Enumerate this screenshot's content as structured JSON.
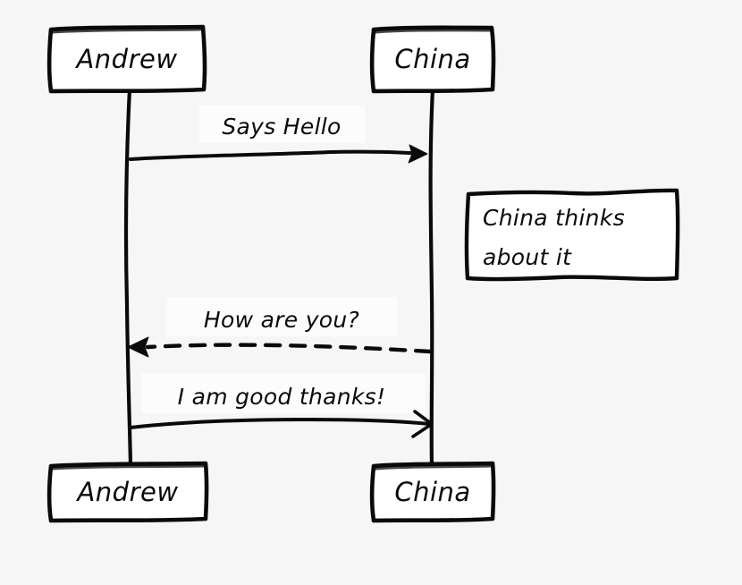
{
  "diagram": {
    "kind": "sequence-diagram",
    "style": "hand-drawn",
    "background_color": "#f6f6f6",
    "stroke_color": "#0a0a0a",
    "box_fill_color": "#ffffff",
    "participants": [
      {
        "id": "andrew",
        "label": "Andrew"
      },
      {
        "id": "china",
        "label": "China"
      }
    ],
    "top_boxes": [
      {
        "label": "Andrew"
      },
      {
        "label": "China"
      }
    ],
    "bottom_boxes": [
      {
        "label": "Andrew"
      },
      {
        "label": "China"
      }
    ],
    "messages": [
      {
        "label": "Says Hello",
        "from": "Andrew",
        "to": "China",
        "direction": "right",
        "line_style": "solid",
        "arrow_head": "filled"
      },
      {
        "label": "How are you?",
        "from": "China",
        "to": "Andrew",
        "direction": "left",
        "line_style": "dashed",
        "arrow_head": "filled"
      },
      {
        "label": "I am good thanks!",
        "from": "Andrew",
        "to": "China",
        "direction": "right",
        "line_style": "solid",
        "arrow_head": "open"
      }
    ],
    "notes": [
      {
        "target": "China",
        "placement": "right-of",
        "lines": [
          "China thinks",
          "about it"
        ]
      }
    ]
  }
}
